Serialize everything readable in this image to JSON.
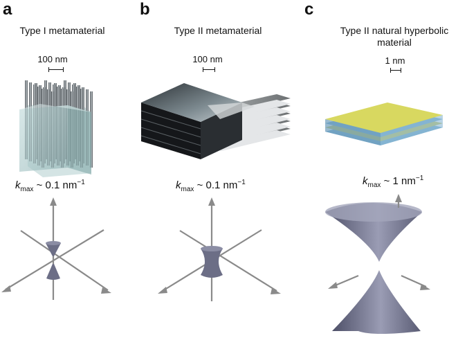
{
  "panels": [
    {
      "letter": "a",
      "title": "Type I metamaterial",
      "scale": "100 nm",
      "k_symbol": "k",
      "k_sub": "max",
      "k_value": " ~ 0.1 nm",
      "k_sup": "−1"
    },
    {
      "letter": "b",
      "title": "Type II metamaterial",
      "scale": "100 nm",
      "k_symbol": "k",
      "k_sub": "max",
      "k_value": " ~ 0.1 nm",
      "k_sup": "−1"
    },
    {
      "letter": "c",
      "title_line1": "Type II natural hyperbolic",
      "title_line2": "material",
      "scale": "1 nm",
      "k_symbol": "k",
      "k_sub": "max",
      "k_value": " ~ 1 nm",
      "k_sup": "−1"
    }
  ],
  "colors": {
    "cube": "#a8c8c8",
    "rod": "#6e7478",
    "slab_dark": "#1a1c1e",
    "slab_light": "#9aa0a4",
    "cone": "#6c6e86",
    "layer_top": "#d8d860",
    "layer_edge": "#7aaed0",
    "axis": "#8a8a8a"
  }
}
